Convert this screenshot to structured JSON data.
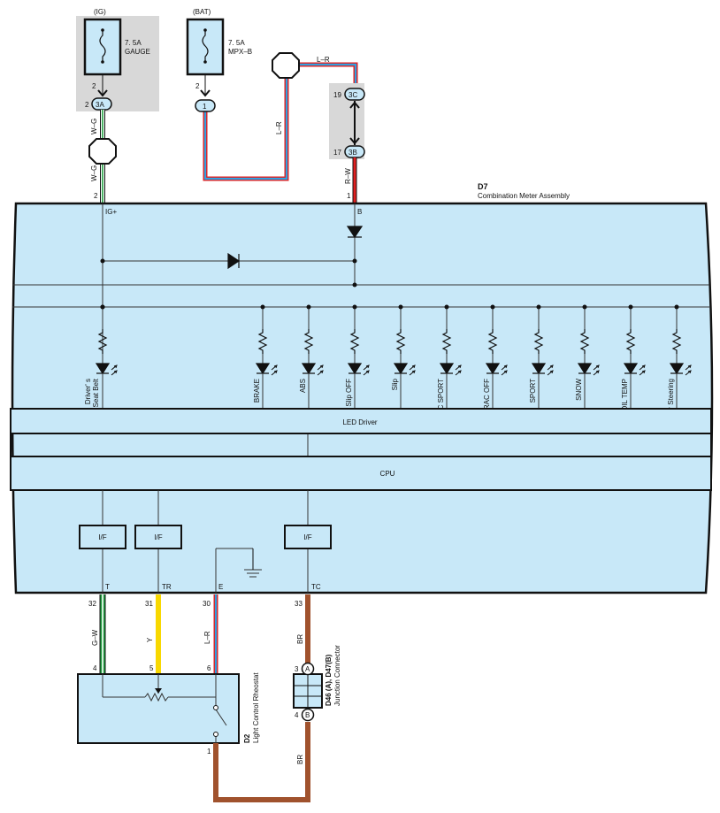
{
  "fuses": {
    "ig": {
      "source": "(IG)",
      "rating": "7. 5A",
      "name": "GAUGE",
      "pin_top": "2",
      "pin_conn": "2",
      "connector": "3A"
    },
    "bat": {
      "source": "(BAT)",
      "rating": "7. 5A",
      "name": "MPX–B",
      "pin_top": "2",
      "connector": "1"
    }
  },
  "junction_block": {
    "pin_top": "19",
    "conn_top": "3C",
    "pin_bottom": "17",
    "conn_bottom": "3B"
  },
  "wires": {
    "ig_upper": "W–G",
    "ig_lower": "W–G",
    "bat_splice_top": "L–R",
    "bat_vertical": "L–R",
    "b_feed": "R–W",
    "t_wire": "G–W",
    "tr_wire": "Y",
    "e_wire": "L–R",
    "tc_wire": "BR",
    "bottom_wire": "BR"
  },
  "meter": {
    "id": "D7",
    "name": "Combination Meter Assembly",
    "pin_ig": "2",
    "term_ig": "IG+",
    "pin_b": "1",
    "term_b": "B",
    "led_driver": "LED Driver",
    "cpu": "CPU",
    "indicators": [
      "Driver' s Seat Belt",
      "BRAKE",
      "ABS",
      "Slip OFF",
      "Slip",
      "VSC SPORT",
      "TRAC OFF",
      "SPORT",
      "SNOW",
      "A/T OIL TEMP",
      "Power Steering"
    ],
    "if_label": "I/F",
    "terminals": [
      {
        "name": "T",
        "pin": "32"
      },
      {
        "name": "TR",
        "pin": "31"
      },
      {
        "name": "E",
        "pin": "30"
      },
      {
        "name": "TC",
        "pin": "33"
      }
    ]
  },
  "rheostat": {
    "id": "D2",
    "name": "Light Control Rheostat",
    "pin_t": "4",
    "pin_tr": "5",
    "pin_e": "6",
    "pin_bottom": "1"
  },
  "junction_connector": {
    "id": "D46 (A),  D47(B)",
    "name": "Junction Connector",
    "pin_a": "3",
    "conn_a": "A",
    "pin_b": "4",
    "conn_b": "B"
  },
  "colors": {
    "panel": "#c8e8f8",
    "gray_box": "#d8d8d8",
    "red": "#e02020",
    "blue": "#30a0e0",
    "green": "#20a040",
    "yellow": "#f8d800",
    "brown": "#a0522d"
  }
}
